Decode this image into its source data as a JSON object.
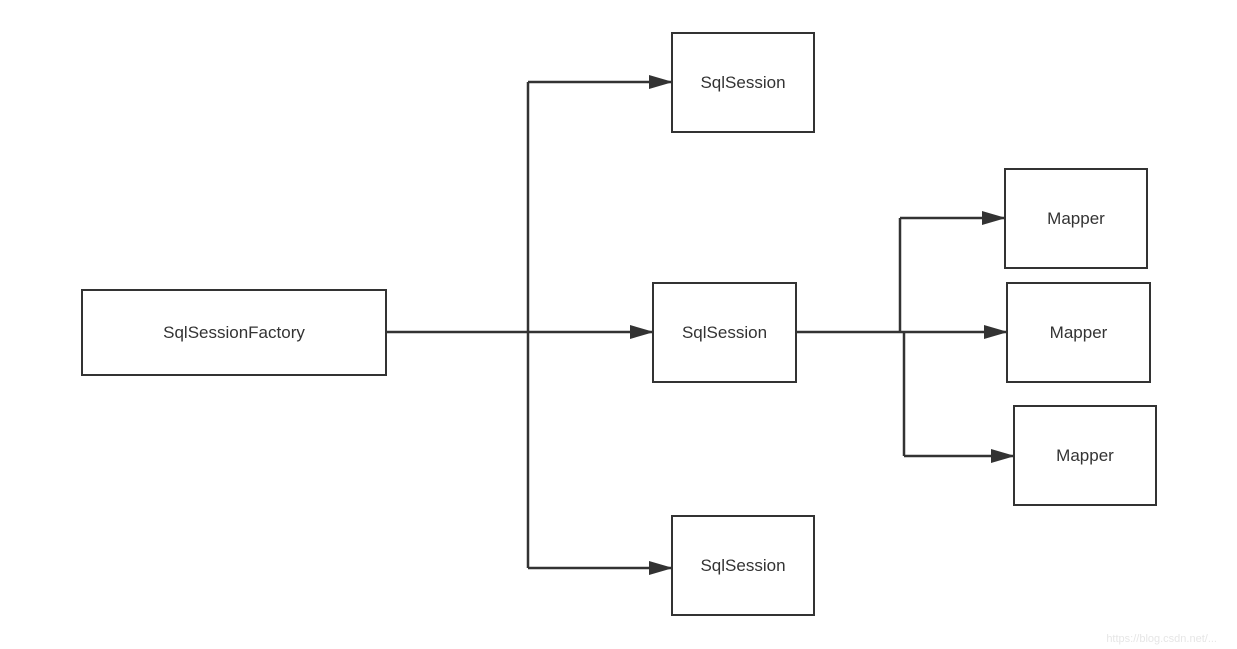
{
  "diagram": {
    "factory": {
      "label": "SqlSessionFactory"
    },
    "sessions": [
      {
        "label": "SqlSession"
      },
      {
        "label": "SqlSession"
      },
      {
        "label": "SqlSession"
      }
    ],
    "mappers": [
      {
        "label": "Mapper"
      },
      {
        "label": "Mapper"
      },
      {
        "label": "Mapper"
      }
    ]
  },
  "watermark": "https://blog.csdn.net/..."
}
